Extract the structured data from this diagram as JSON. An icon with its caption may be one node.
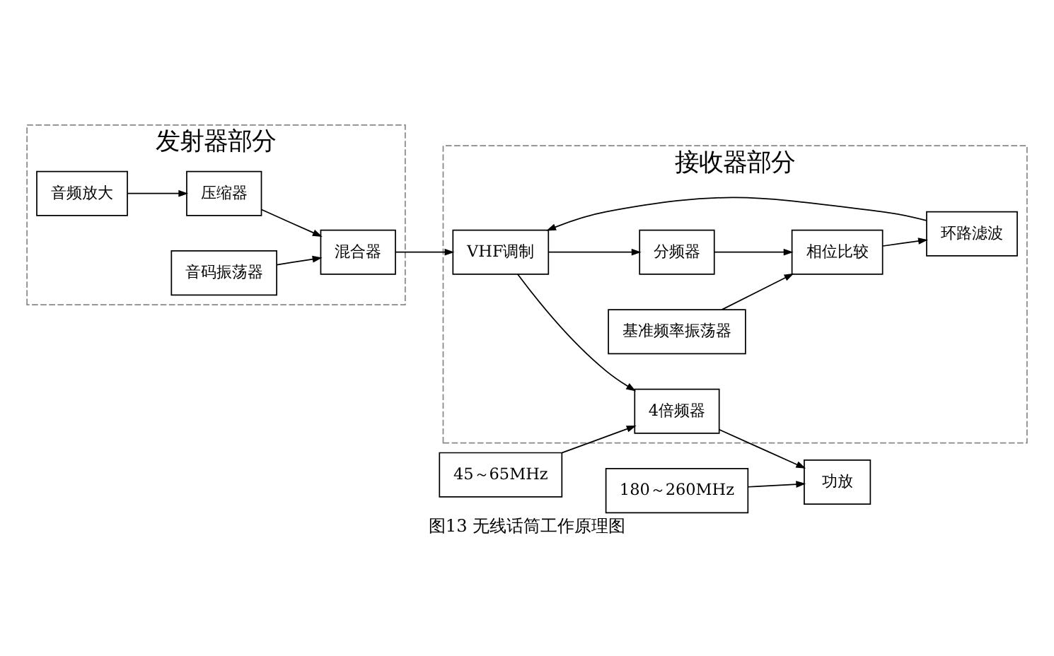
{
  "diagram": {
    "caption": "图13 无线话筒工作原理图",
    "nodes": [
      {
        "text": [
          "发射器部分"
        ]
      },
      {
        "text": [
          "音频放大"
        ],
        "in": 0
      },
      {
        "text": [
          "压缩器"
        ],
        "in": 0
      },
      {
        "text": [
          "混合器"
        ],
        "in": 0
      },
      {
        "text": [
          "音码振荡器"
        ],
        "in": 0
      },
      {
        "text": [
          "接收器部分"
        ]
      },
      {
        "text": [
          "45～65MHz"
        ]
      },
      {
        "text": [
          "180～260MHz"
        ]
      },
      {
        "text": [
          "VHF调制"
        ],
        "in": 5
      },
      {
        "text": [
          "4倍频器"
        ],
        "in": 5
      },
      {
        "text": [
          "功放"
        ]
      },
      {
        "text": [
          "分频器"
        ],
        "in": 5
      },
      {
        "text": [
          "相位比较"
        ],
        "in": 5
      },
      {
        "text": [
          "环路滤波"
        ],
        "in": 5
      },
      {
        "text": [
          "基准频率振荡器"
        ],
        "in": 5
      }
    ],
    "edges": [
      {
        "from": 1,
        "to": 2,
        "arrow": "to"
      },
      {
        "from": 2,
        "to": 3,
        "arrow": "to"
      },
      {
        "from": 4,
        "to": 3,
        "arrow": "to"
      },
      {
        "from": 3,
        "to": 8,
        "arrow": "to"
      },
      {
        "from": 8,
        "to": 9,
        "arrow": "to"
      },
      {
        "from": 6,
        "to": 9,
        "arrow": "to"
      },
      {
        "from": 9,
        "to": 10,
        "arrow": "to"
      },
      {
        "from": 7,
        "to": 10,
        "arrow": "to"
      },
      {
        "from": 8,
        "to": 11,
        "arrow": "to"
      },
      {
        "from": 11,
        "to": 12,
        "arrow": "to"
      },
      {
        "from": 12,
        "to": 13,
        "arrow": "to"
      },
      {
        "from": 13,
        "to": 8,
        "arrow": "to"
      },
      {
        "from": 14,
        "to": 12,
        "arrow": "to"
      }
    ]
  }
}
